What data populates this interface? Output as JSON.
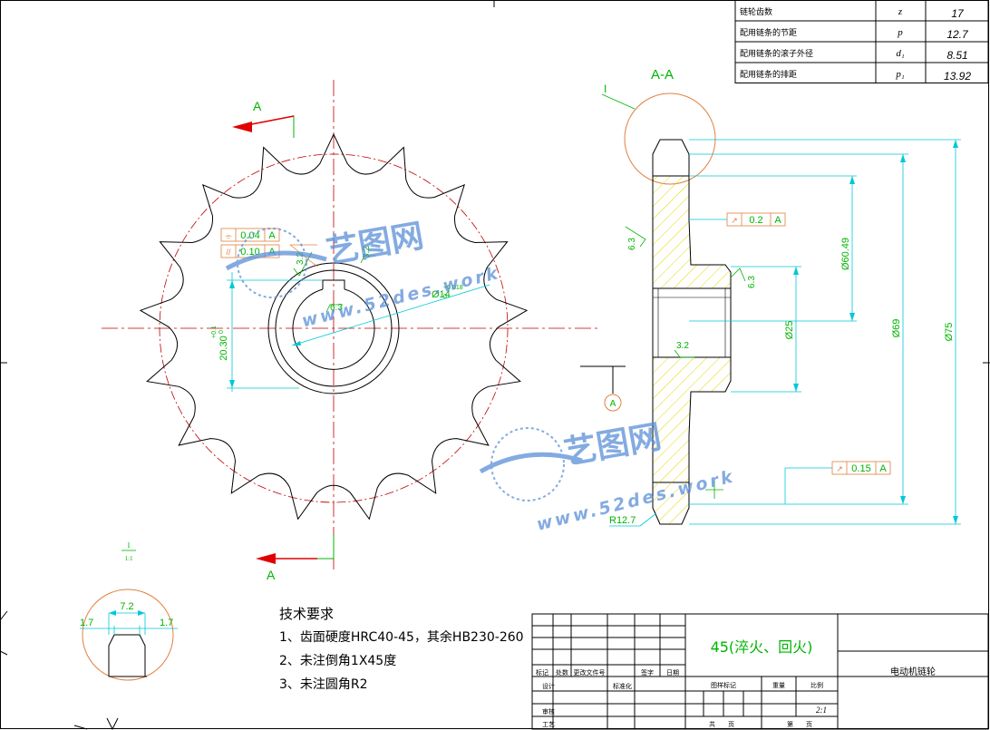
{
  "params": [
    {
      "label": "链轮齿数",
      "symbol": "z",
      "value": "17"
    },
    {
      "label": "配用链条的节距",
      "symbol": "p",
      "value": "12.7"
    },
    {
      "label": "配用链条的滚子外径",
      "symbol": "d₁",
      "value": "8.51"
    },
    {
      "label": "配用链条的排距",
      "symbol": "p₁",
      "value": "13.92"
    }
  ],
  "labels": {
    "section_a_top": "A",
    "section_a_bottom": "A",
    "section_title": "A-A",
    "detail_i": "I",
    "detail_scale_top": "I",
    "detail_scale_bottom": "1:1",
    "datum_a": "A"
  },
  "dimensions": {
    "key_width": "7.2",
    "side_left": "1.7",
    "side_right": "1.7",
    "d60": "Ø60.49",
    "d69": "Ø69",
    "d75": "Ø75",
    "d25": "Ø25",
    "bore": "Ø14",
    "bore_tol": "+0.018",
    "bore_tol_low": "0",
    "key_depth": "20.30",
    "key_depth_tol": "+0.1",
    "key_depth_tol_low": "0",
    "r127": "R12.7",
    "rough_32a": "3.2",
    "rough_32b": "3.2",
    "rough_32c": "3.2",
    "rough_63a": "6.3",
    "rough_63b": "6.3",
    "rough_63c": "6.3"
  },
  "tolerances": [
    {
      "symbol": "⌯",
      "value": "0.04",
      "datum": "A"
    },
    {
      "symbol": "//",
      "value": "0.10",
      "datum": "A"
    },
    {
      "symbol": "↗",
      "value": "0.2",
      "datum": "A"
    },
    {
      "symbol": "↗",
      "value": "0.15",
      "datum": "A"
    }
  ],
  "notes": {
    "title": "技术要求",
    "items": [
      "1、齿面硬度HRC40-45，其余HB230-260",
      "2、未注倒角1X45度",
      "3、未注圆角R2"
    ]
  },
  "title_block": {
    "material": "45(淬火、回火)",
    "part_name": "电动机链轮",
    "scale": "2:1",
    "headers": [
      "标记",
      "处数",
      "更改文件号",
      "签字",
      "日期"
    ],
    "stage_headers": [
      "图样标记",
      "重量",
      "比例"
    ],
    "designer": "设计",
    "standard": "标准化",
    "checker": "审核",
    "process": "工艺",
    "sheets_total": "共　　页",
    "sheet_no": "第　　页"
  },
  "colors": {
    "outline": "#000000",
    "centerline": "#c00000",
    "dimension": "#00c8d8",
    "text_green": "#00b400",
    "arrow_red": "#e00000",
    "hatch": "#e6d600",
    "tolerance_frame": "#e08040",
    "watermark": "#5a8fd8"
  },
  "watermark": {
    "name": "艺图网",
    "url": "www.52des.work"
  }
}
